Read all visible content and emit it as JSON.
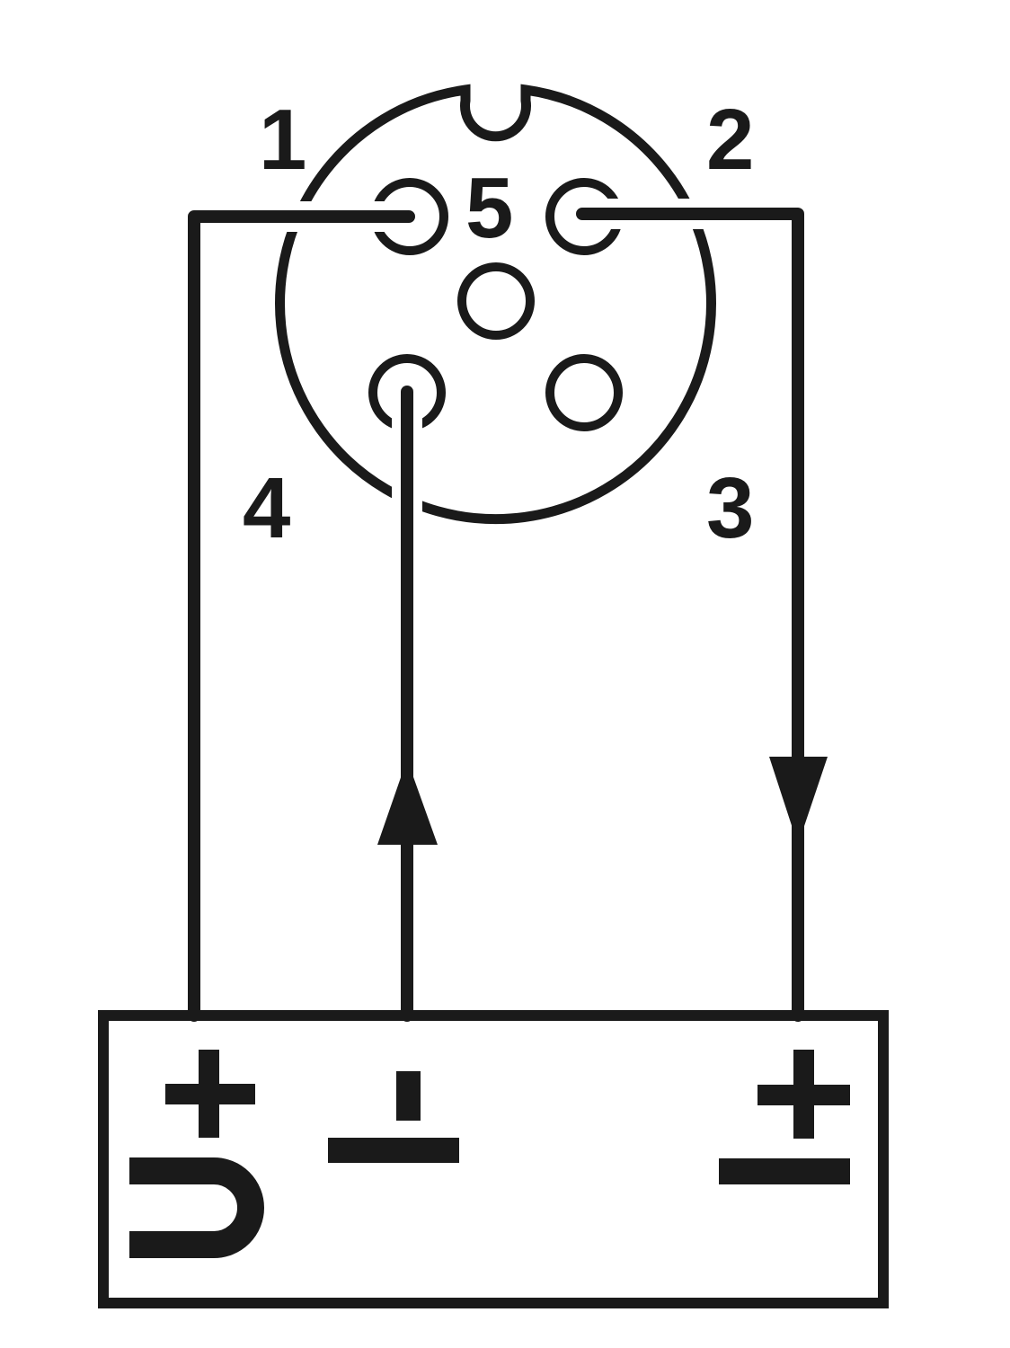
{
  "connector": {
    "pins": [
      {
        "number": "1",
        "label": "1",
        "connected": true
      },
      {
        "number": "2",
        "label": "2",
        "connected": true
      },
      {
        "number": "3",
        "label": "3",
        "connected": false
      },
      {
        "number": "4",
        "label": "4",
        "connected": true
      },
      {
        "number": "5",
        "label": "5",
        "connected": false
      }
    ]
  },
  "device": {
    "terminals": [
      {
        "name": "supply",
        "symbols": [
          "plus",
          "U"
        ]
      },
      {
        "name": "ground",
        "symbols": [
          "ground"
        ]
      },
      {
        "name": "output",
        "symbols": [
          "plus-minus"
        ]
      }
    ]
  },
  "colors": {
    "line": "#1a1a1a",
    "background": "#ffffff"
  }
}
